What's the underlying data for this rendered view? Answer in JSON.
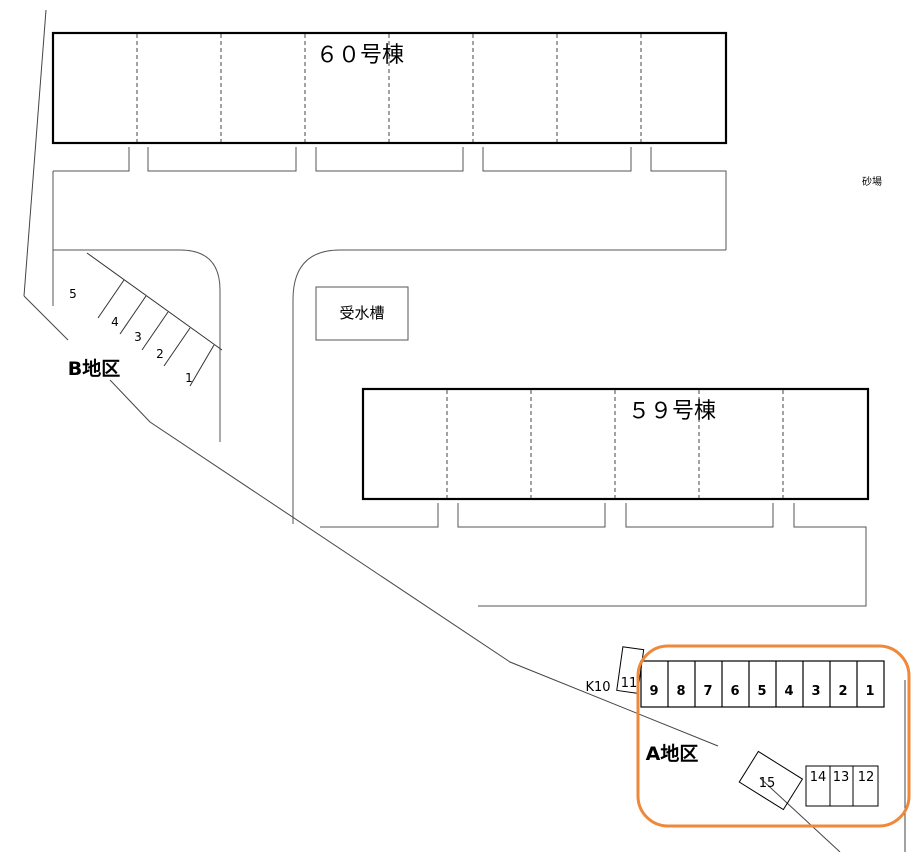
{
  "buildings": {
    "b60": "６０号棟",
    "b59": "５９号棟"
  },
  "facilities": {
    "water_tank": "受水槽",
    "sandpit": "砂場"
  },
  "areas": {
    "a": "A地区",
    "b": "B地区"
  },
  "parking": {
    "a_row": [
      "9",
      "8",
      "7",
      "6",
      "5",
      "4",
      "3",
      "2",
      "1"
    ],
    "a_small": [
      "14",
      "13",
      "12"
    ],
    "a_15": "15",
    "a_11": "11",
    "k10": "K10",
    "b_slots": [
      "5",
      "4",
      "3",
      "2",
      "1"
    ]
  },
  "colors": {
    "highlight": "#f0883a",
    "line": "#000000"
  }
}
